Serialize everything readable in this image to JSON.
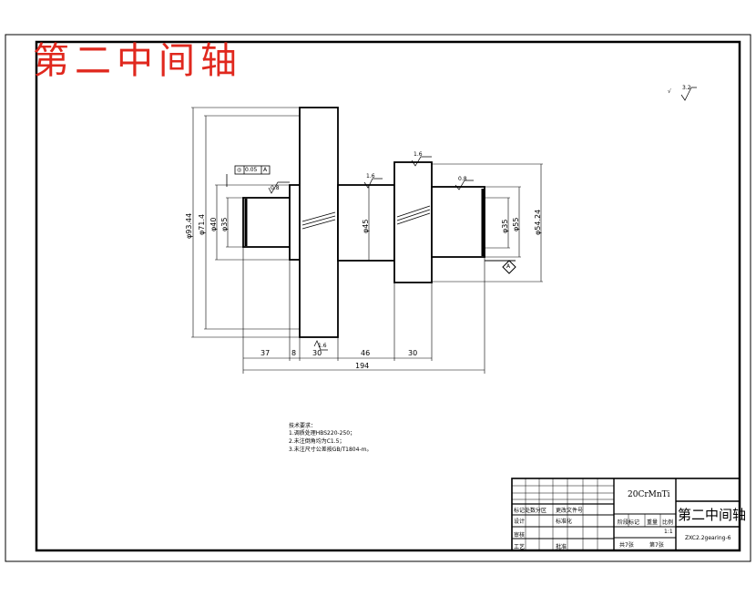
{
  "drawing": {
    "title": "第二中间轴",
    "roughness_global": "3.2",
    "dims": {
      "d1": "φ93.44",
      "d2": "φ71.4",
      "d3": "φ40",
      "d4": "φ35",
      "d5": "φ45",
      "d6": "φ35",
      "d7": "φ55",
      "d8": "φ54.24",
      "l1": "37",
      "l2": "8",
      "l3": "30",
      "l4": "46",
      "l5": "30",
      "total": "194"
    },
    "roughness": [
      "0.8",
      "1.6",
      "1.6",
      "0.8",
      "1.6"
    ],
    "tolerance": "0.05",
    "datum": "A",
    "notes": {
      "heading": "技术要求：",
      "items": [
        "1.调质处理HBS220-250；",
        "2.未注倒角均为C1.5；",
        "3.未注尺寸公差按GB/T1804-m。"
      ]
    }
  },
  "title_block": {
    "material": "20CrMnTi",
    "part_name": "第二中间轴",
    "drawing_no": "ZXC2.2gearing-6",
    "scale": "1:1",
    "labels": {
      "marker": "标记处数分区",
      "change_doc": "更改文件号",
      "designer": "设计",
      "standardize": "标准化",
      "stage": "阶段标记",
      "weight": "重量",
      "ratio": "比例",
      "review": "审核",
      "craft": "工艺",
      "approve": "批准",
      "total_sheets": "共7张",
      "sheet": "第7张"
    }
  }
}
